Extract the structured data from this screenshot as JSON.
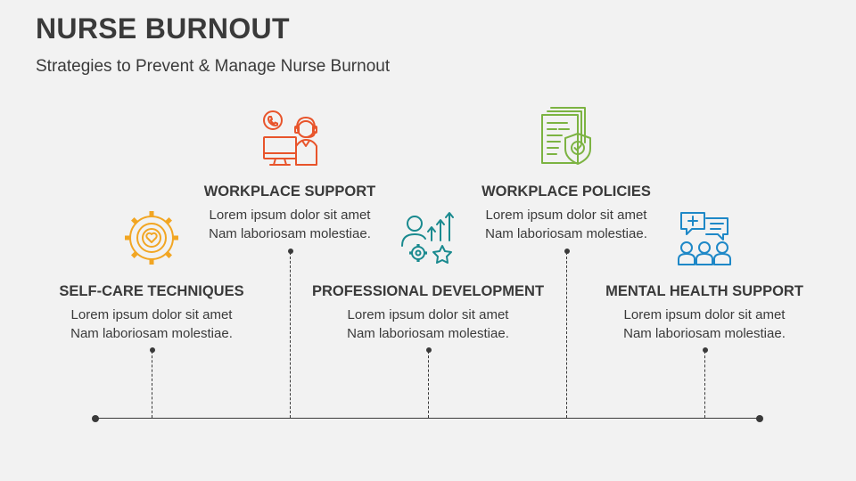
{
  "header": {
    "title": "NURSE BURNOUT",
    "subtitle": "Strategies to Prevent & Manage Nurse Burnout"
  },
  "colors": {
    "orange_red": "#e8542b",
    "amber": "#f2a623",
    "teal": "#1a8a8f",
    "green": "#7cb342",
    "blue": "#1e88c7",
    "text": "#3a3a3a"
  },
  "items": [
    {
      "heading": "SELF-CARE TECHNIQUES",
      "line1": "Lorem ipsum dolor sit amet",
      "line2": "Nam laboriosam molestiae.",
      "icon": "gear-heart-icon"
    },
    {
      "heading": "WORKPLACE SUPPORT",
      "line1": "Lorem ipsum dolor sit amet",
      "line2": "Nam laboriosam molestiae.",
      "icon": "support-agent-icon"
    },
    {
      "heading": "PROFESSIONAL DEVELOPMENT",
      "line1": "Lorem ipsum dolor sit amet",
      "line2": "Nam laboriosam molestiae.",
      "icon": "growth-person-icon"
    },
    {
      "heading": "WORKPLACE POLICIES",
      "line1": "Lorem ipsum dolor sit amet",
      "line2": "Nam laboriosam molestiae.",
      "icon": "policy-document-icon"
    },
    {
      "heading": "MENTAL HEALTH SUPPORT",
      "line1": "Lorem ipsum dolor sit amet",
      "line2": "Nam laboriosam molestiae.",
      "icon": "group-chat-icon"
    }
  ]
}
